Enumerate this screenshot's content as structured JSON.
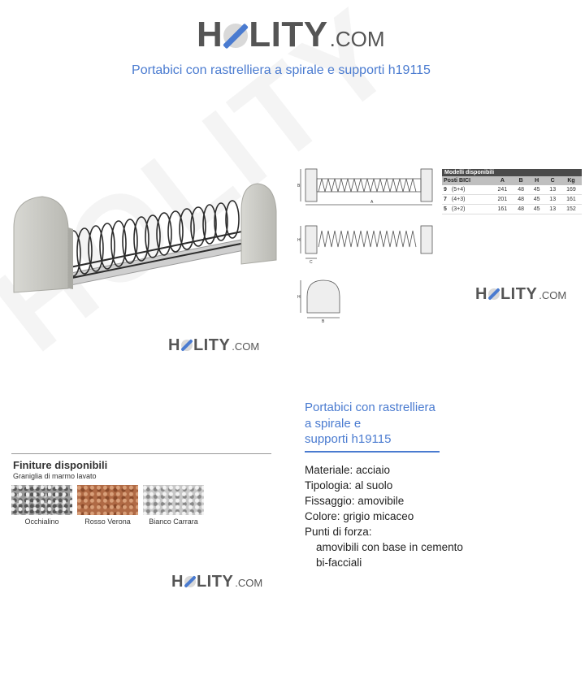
{
  "brand": {
    "name_left": "H",
    "name_right": "LITY",
    "suffix": ".COM",
    "accent": "#4a7bd0"
  },
  "page_title": "Portabici con rastrelliera a spirale e supporti h19115",
  "models": {
    "heading": "Modelli disponibili",
    "columns": [
      "Posti BICI",
      "A",
      "B",
      "H",
      "C",
      "Kg"
    ],
    "rows": [
      {
        "posti": "9",
        "split": "(5+4)",
        "a": "241",
        "b": "48",
        "h": "45",
        "c": "13",
        "kg": "169"
      },
      {
        "posti": "7",
        "split": "(4+3)",
        "a": "201",
        "b": "48",
        "h": "45",
        "c": "13",
        "kg": "161"
      },
      {
        "posti": "5",
        "split": "(3+2)",
        "a": "161",
        "b": "48",
        "h": "45",
        "c": "13",
        "kg": "152"
      }
    ]
  },
  "drawing_labels": {
    "a": "A",
    "b": "B",
    "h": "H",
    "c": "C"
  },
  "finishes": {
    "heading": "Finiture disponibili",
    "subheading": "Graniglia di marmo lavato",
    "items": [
      {
        "label": "Occhialino"
      },
      {
        "label": "Rosso Verona"
      },
      {
        "label": "Bianco Carrara"
      }
    ]
  },
  "description": {
    "title_lines": [
      "Portabici con rastrelliera",
      "a spirale e",
      "supporti h19115"
    ],
    "specs": [
      "Materiale: acciaio",
      "Tipologia: al suolo",
      "Fissaggio: amovibile",
      "Colore: grigio micaceo",
      "Punti di forza:"
    ],
    "strengths": [
      "amovibili con base in cemento",
      "bi-facciali"
    ]
  }
}
